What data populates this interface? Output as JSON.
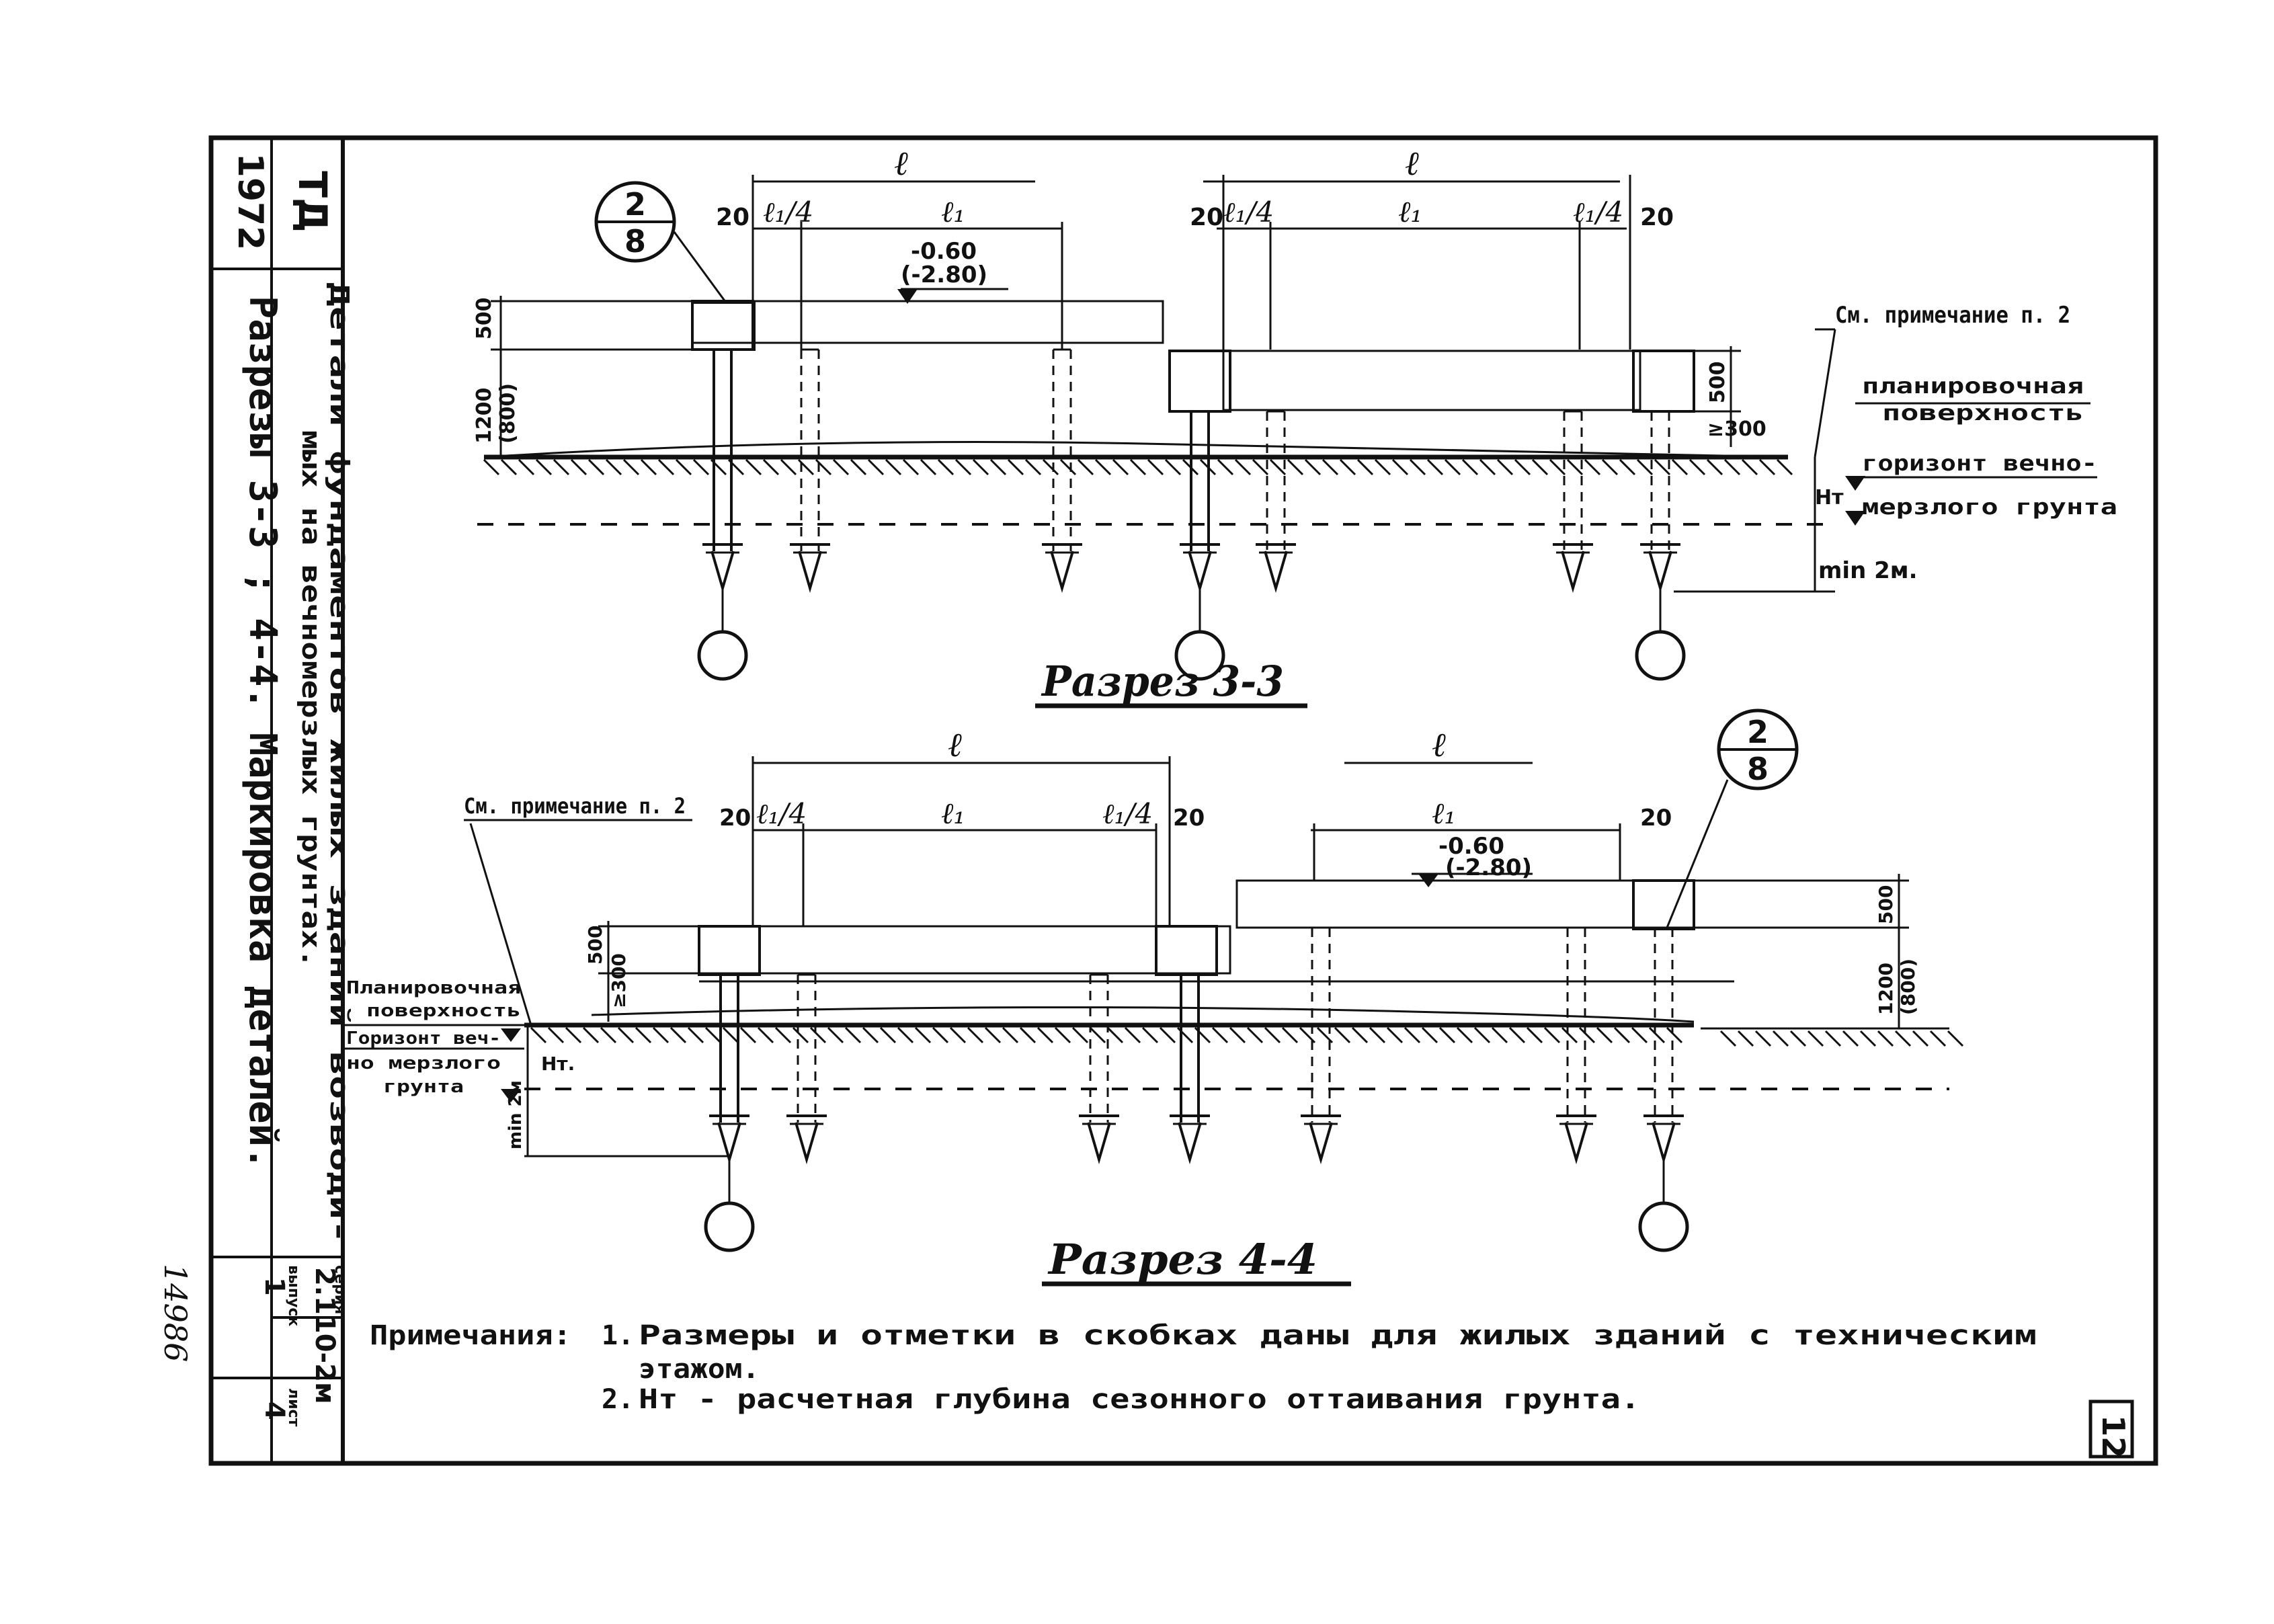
{
  "stamp": {
    "org": "ТД",
    "year": "1972",
    "title_line1": "Детали фундаментов жилых зданий возводи-",
    "title_line2": "мых на вечномерзлых грунтах.",
    "title_line3": "Разрезы 3-3 ; 4-4. Маркировка деталей.",
    "series_label": "серия",
    "series_value": "2.110-2м",
    "issue_label": "выпуск",
    "issue_value": "1",
    "sheet_label": "лист",
    "sheet_value": "4",
    "archive_no": "14986"
  },
  "page_number": "12",
  "section_3_3": {
    "title": "Разрез 3-3",
    "dim_l": "ℓ",
    "dim_l1": "ℓ₁",
    "dim_l1_4": "ℓ₁/4",
    "dim_20": "20",
    "elev_top": "-0.60",
    "elev_bottom": "(-2.80)",
    "dim_500": "500",
    "dim_1200": "1200",
    "dim_800": "(800)",
    "dim_300": "≥300",
    "callout_top": "2",
    "callout_bottom": "8",
    "note_ref": "См. примечание п. 2",
    "label_surface_1": "планировочная",
    "label_surface_2": "поверхность",
    "label_permafrost_1": "горизонт вечно-",
    "label_permafrost_2": "мерзлого грунта",
    "label_ht": "Нт",
    "label_min": "min 2м."
  },
  "section_4_4": {
    "title": "Разрез 4-4",
    "dim_l": "ℓ",
    "dim_l1": "ℓ₁",
    "dim_l1_4": "ℓ₁/4",
    "dim_20": "20",
    "elev_top": "-0.60",
    "elev_bottom": "(-2.80)",
    "dim_500": "500",
    "dim_1200": "1200",
    "dim_800": "(800)",
    "dim_300": "≥300",
    "callout_top": "2",
    "callout_bottom": "8",
    "note_ref": "См. примечание п. 2",
    "label_surface_1": "Планировочная",
    "label_surface_2": "поверхность",
    "label_permafrost_1": "Горизонт веч-",
    "label_permafrost_2": "но мерзлого",
    "label_permafrost_3": "грунта",
    "label_ht": "Нт.",
    "label_min": "min 2м"
  },
  "notes": {
    "heading": "Примечания:",
    "item1_num": "1.",
    "item1_line1": "Размеры и отметки в скобках даны для жилых зданий с техническим",
    "item1_line2": "этажом.",
    "item2_num": "2.",
    "item2_text": "Нт - расчетная глубина сезонного оттаивания грунта."
  }
}
